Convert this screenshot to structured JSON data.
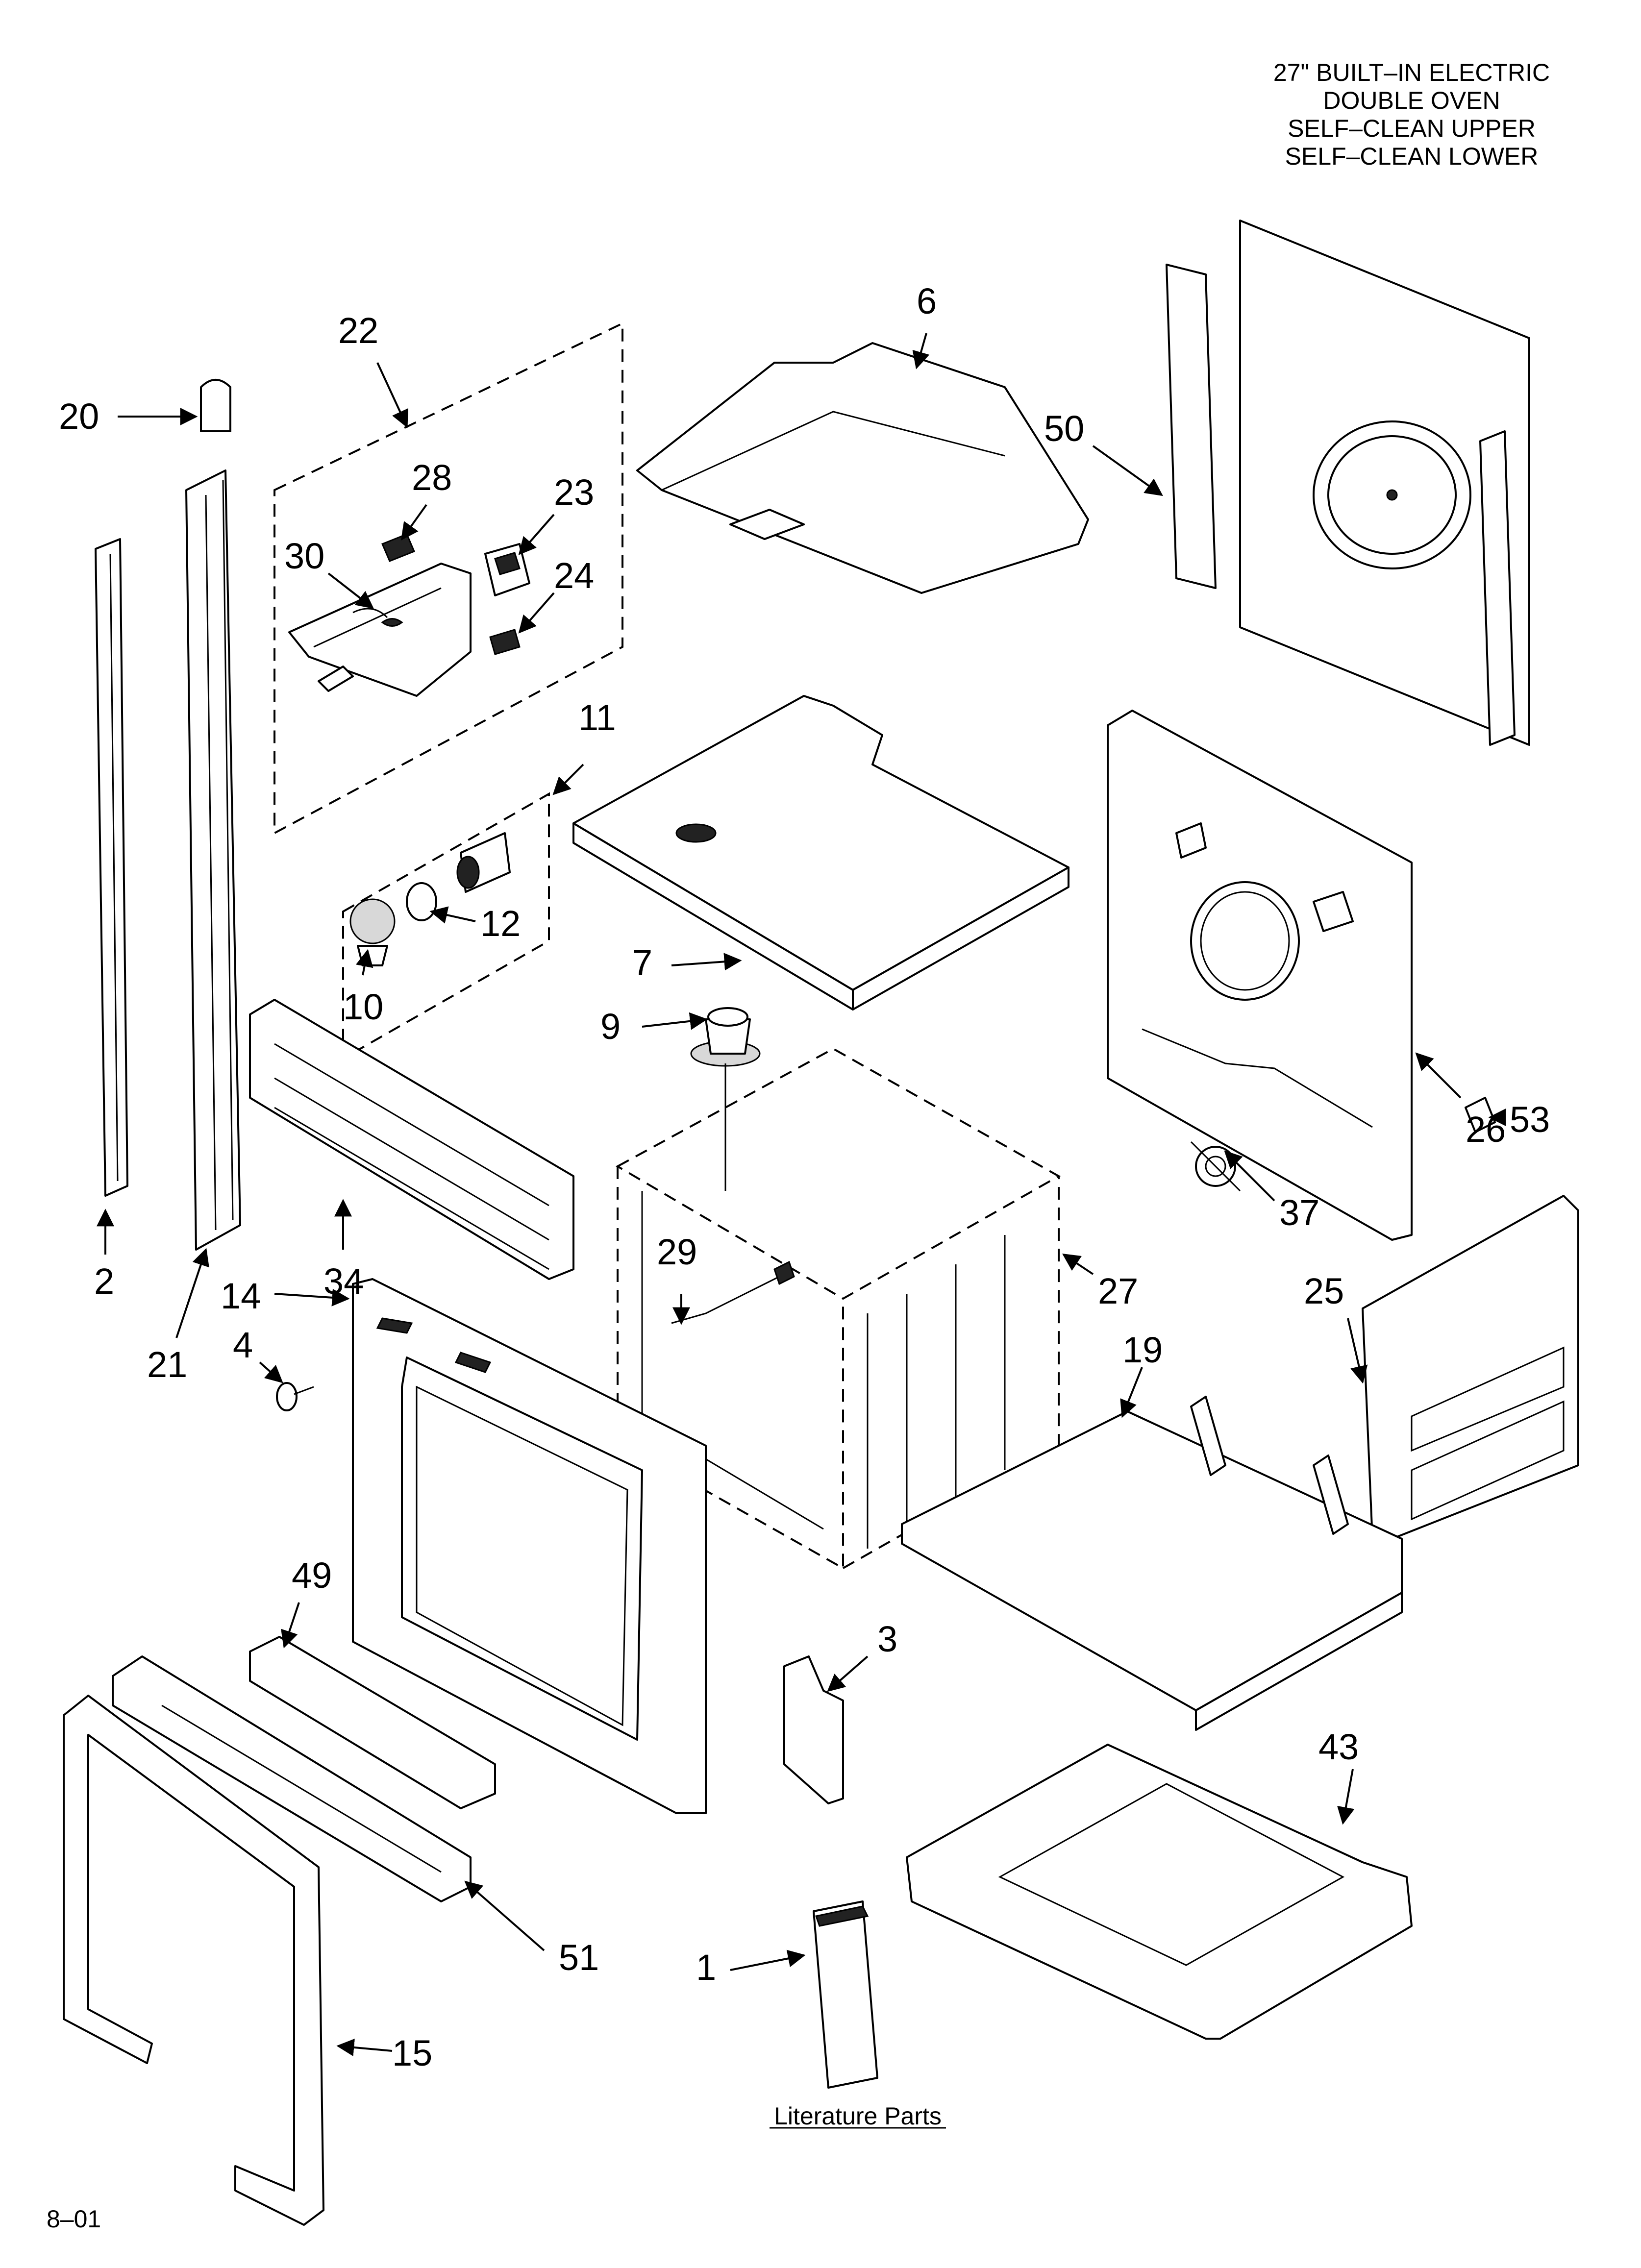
{
  "title_lines": [
    "27\" BUILT–IN ELECTRIC",
    "DOUBLE OVEN",
    "SELF–CLEAN UPPER",
    "SELF–CLEAN LOWER"
  ],
  "footer_code": "8–01",
  "literature_caption": "Literature Parts",
  "part_numbers": {
    "p1": "1",
    "p2": "2",
    "p3": "3",
    "p4": "4",
    "p6": "6",
    "p7": "7",
    "p9": "9",
    "p10": "10",
    "p11": "11",
    "p12": "12",
    "p14": "14",
    "p15": "15",
    "p19": "19",
    "p20": "20",
    "p21": "21",
    "p22": "22",
    "p23": "23",
    "p24": "24",
    "p25": "25",
    "p26": "26",
    "p27": "27",
    "p28": "28",
    "p29": "29",
    "p30": "30",
    "p34": "34",
    "p37": "37",
    "p43": "43",
    "p49": "49",
    "p50": "50",
    "p51": "51",
    "p53": "53"
  }
}
